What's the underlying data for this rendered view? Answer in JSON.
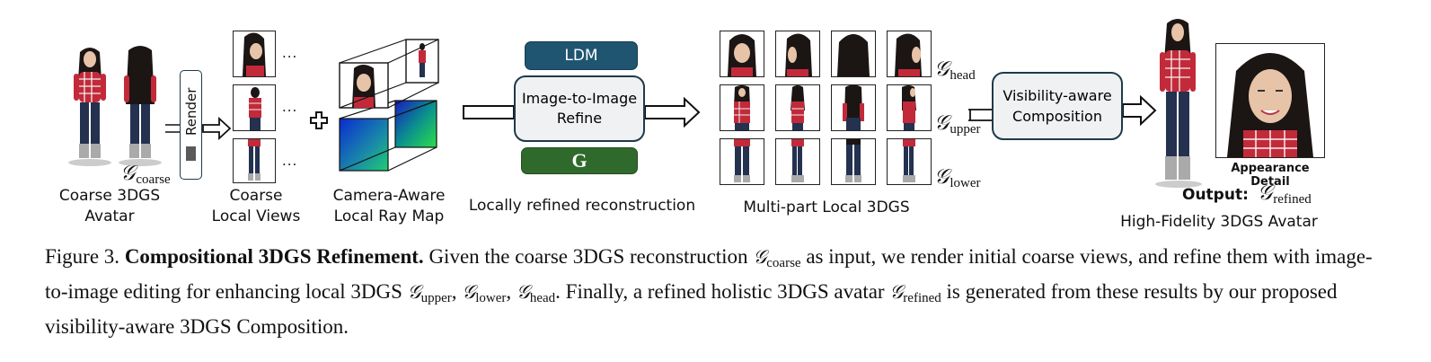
{
  "figure": {
    "labels": {
      "coarse_avatar": [
        "Coarse 3DGS",
        "Avatar"
      ],
      "render_box": "Render",
      "coarse_views": [
        "Coarse",
        "Local Views"
      ],
      "ray_map": [
        "Camera-Aware",
        "Local Ray Map"
      ],
      "ldm": "LDM",
      "i2i": [
        "Image-to-Image",
        "Refine"
      ],
      "g_block": "G",
      "locally_refined": "Locally refined reconstruction",
      "multipart": "Multi-part Local 3DGS",
      "vis_comp": [
        "Visibility-aware",
        "Composition"
      ],
      "appearance_detail": "Appearance Detail",
      "output_label": "Output:",
      "high_fidelity": "High-Fidelity 3DGS Avatar",
      "ellipsis": "..."
    },
    "symbols": {
      "coarse": {
        "base": "𝒢",
        "sub": "coarse"
      },
      "head": {
        "base": "𝒢",
        "sub": "head"
      },
      "upper": {
        "base": "𝒢",
        "sub": "upper"
      },
      "lower": {
        "base": "𝒢",
        "sub": "lower"
      },
      "refined": {
        "base": "𝒢",
        "sub": "refined"
      }
    },
    "colors": {
      "ldm": "#1f5570",
      "g_block": "#2f6a2c",
      "panel": "#f0f1f2",
      "panel_border": "#1e3a4c",
      "shirt_red": "#c22a3a",
      "jeans": "#24314f",
      "hair": "#1b1514",
      "skin": "#e7c3a8"
    }
  },
  "caption": {
    "figure_no": "Figure 3.",
    "title": "Compositional 3DGS Refinement.",
    "t1": " Given the coarse 3DGS reconstruction ",
    "t2": " as input, we render initial coarse views, and refine them with image-to-image editing for enhancing local 3DGS ",
    "t3": ". Finally, a refined holistic 3DGS avatar ",
    "t4": " is generated from these results by our proposed visibility-aware 3DGS Composition.",
    "comma": ", "
  }
}
